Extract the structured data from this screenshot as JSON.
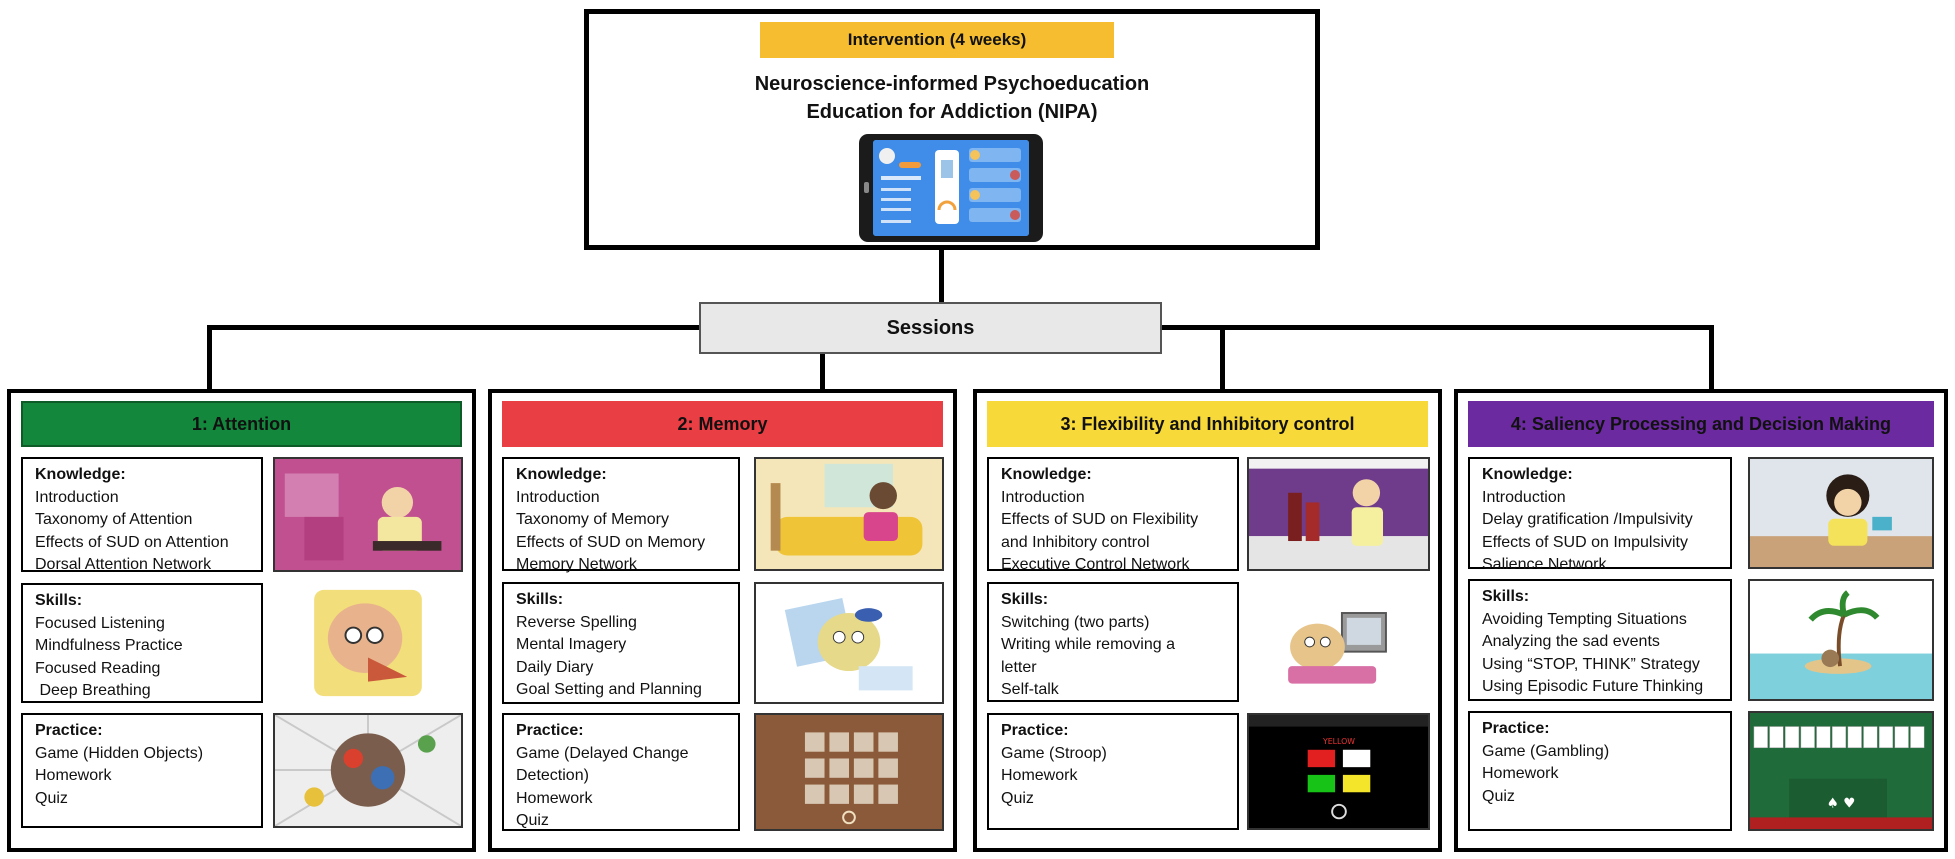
{
  "top": {
    "tag": "Intervention (4 weeks)",
    "title_line1": "Neuroscience-informed Psychoeducation",
    "title_line2": "Education for Addiction (NIPA)"
  },
  "sessions_label": "Sessions",
  "colors": {
    "tag": "#f5bd2f",
    "attention": "#13883c",
    "memory": "#ea3e45",
    "flexibility": "#f7d93a",
    "saliency": "#6c2aa0",
    "sessions_bg": "#e8e8e8"
  },
  "columns": [
    {
      "header": "1: Attention",
      "knowledge_heading": "Knowledge:",
      "knowledge": [
        "Introduction",
        "Taxonomy of Attention",
        "Effects of SUD on Attention",
        "Dorsal Attention Network"
      ],
      "skills_heading": "Skills:",
      "skills": [
        "Focused Listening",
        "Mindfulness Practice",
        "Focused Reading",
        " Deep Breathing"
      ],
      "practice_heading": "Practice:",
      "practice": [
        "Game (Hidden Objects)",
        "Homework",
        "Quiz"
      ]
    },
    {
      "header": "2: Memory",
      "knowledge_heading": "Knowledge:",
      "knowledge": [
        "Introduction",
        "Taxonomy of Memory",
        "Effects of SUD on Memory",
        "Memory Network"
      ],
      "skills_heading": "Skills:",
      "skills": [
        "Reverse Spelling",
        "Mental Imagery",
        "Daily Diary",
        "Goal Setting and Planning"
      ],
      "practice_heading": "Practice:",
      "practice": [
        "Game (Delayed Change",
        "Detection)",
        "Homework",
        "Quiz"
      ]
    },
    {
      "header": "3: Flexibility and Inhibitory control",
      "knowledge_heading": "Knowledge:",
      "knowledge": [
        "Introduction",
        "Effects of SUD on Flexibility",
        "and Inhibitory control",
        "Executive Control Network"
      ],
      "skills_heading": "Skills:",
      "skills": [
        "Switching (two parts)",
        "Writing while removing a",
        "letter",
        "Self-talk"
      ],
      "practice_heading": "Practice:",
      "practice": [
        "Game (Stroop)",
        "Homework",
        "Quiz"
      ]
    },
    {
      "header": "4: Saliency Processing and Decision Making",
      "knowledge_heading": "Knowledge:",
      "knowledge": [
        "Introduction",
        "Delay gratification /Impulsivity",
        "Effects of SUD on Impulsivity",
        "Salience Network"
      ],
      "skills_heading": "Skills:",
      "skills": [
        "Avoiding Tempting Situations",
        "Analyzing the sad events",
        "Using “STOP, THINK” Strategy",
        "Using Episodic Future Thinking"
      ],
      "practice_heading": "Practice:",
      "practice": [
        "Game (Gambling)",
        "Homework",
        "Quiz"
      ]
    }
  ]
}
